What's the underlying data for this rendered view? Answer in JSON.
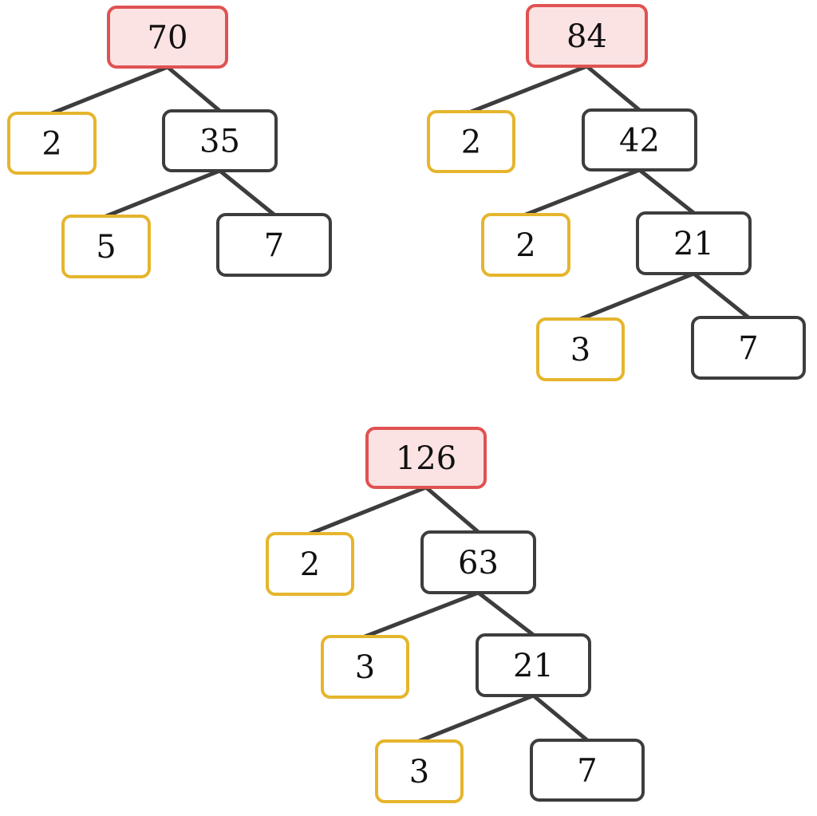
{
  "colors": {
    "root_border": "#e05252",
    "root_fill": "#fbe3e3",
    "prime_border": "#e5b52c",
    "prime_fill": "#ffffff",
    "composite_border": "#3d3d3d",
    "composite_fill": "#ffffff",
    "edge": "#3d3d3d"
  },
  "trees": [
    {
      "id": "tree-70",
      "nodes": [
        {
          "id": "n70",
          "label": "70",
          "kind": "root"
        },
        {
          "id": "n2a",
          "label": "2",
          "kind": "prime",
          "parent": "n70"
        },
        {
          "id": "n35",
          "label": "35",
          "kind": "composite",
          "parent": "n70"
        },
        {
          "id": "n5",
          "label": "5",
          "kind": "prime",
          "parent": "n35"
        },
        {
          "id": "n7a",
          "label": "7",
          "kind": "composite",
          "parent": "n35"
        }
      ]
    },
    {
      "id": "tree-84",
      "nodes": [
        {
          "id": "n84",
          "label": "84",
          "kind": "root"
        },
        {
          "id": "n2b",
          "label": "2",
          "kind": "prime",
          "parent": "n84"
        },
        {
          "id": "n42",
          "label": "42",
          "kind": "composite",
          "parent": "n84"
        },
        {
          "id": "n2c",
          "label": "2",
          "kind": "prime",
          "parent": "n42"
        },
        {
          "id": "n21a",
          "label": "21",
          "kind": "composite",
          "parent": "n42"
        },
        {
          "id": "n3a",
          "label": "3",
          "kind": "prime",
          "parent": "n21a"
        },
        {
          "id": "n7b",
          "label": "7",
          "kind": "composite",
          "parent": "n21a"
        }
      ]
    },
    {
      "id": "tree-126",
      "nodes": [
        {
          "id": "n126",
          "label": "126",
          "kind": "root"
        },
        {
          "id": "n2d",
          "label": "2",
          "kind": "prime",
          "parent": "n126"
        },
        {
          "id": "n63",
          "label": "63",
          "kind": "composite",
          "parent": "n126"
        },
        {
          "id": "n3b",
          "label": "3",
          "kind": "prime",
          "parent": "n63"
        },
        {
          "id": "n21b",
          "label": "21",
          "kind": "composite",
          "parent": "n63"
        },
        {
          "id": "n3c",
          "label": "3",
          "kind": "prime",
          "parent": "n21b"
        },
        {
          "id": "n7c",
          "label": "7",
          "kind": "composite",
          "parent": "n21b"
        }
      ]
    }
  ]
}
